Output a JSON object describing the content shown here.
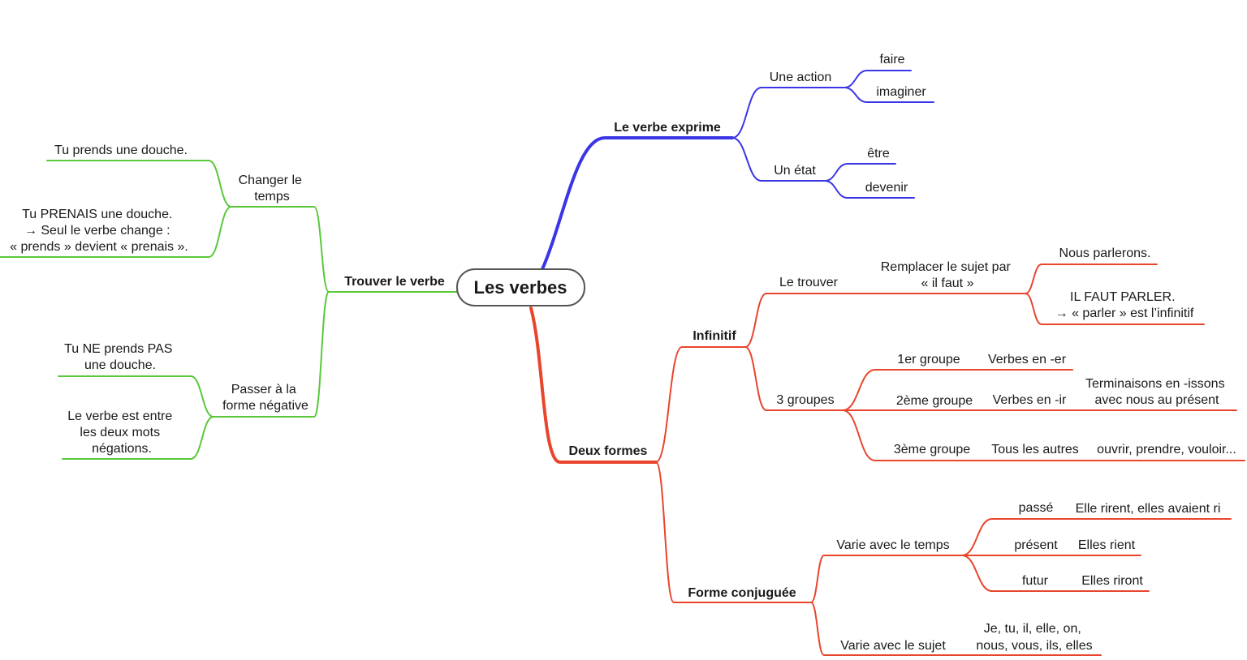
{
  "colors": {
    "blue": "#3a35e6",
    "red": "#e8452c",
    "green": "#5ac83a",
    "root_border": "#555555"
  },
  "root": {
    "label": "Les verbes"
  },
  "blue_branch": {
    "label": "Le verbe exprime",
    "action": {
      "label": "Une action",
      "items": [
        "faire",
        "imaginer"
      ]
    },
    "etat": {
      "label": "Un état",
      "items": [
        "être",
        "devenir"
      ]
    }
  },
  "green_branch": {
    "label": "Trouver le verbe",
    "temps": {
      "label": [
        "Changer le",
        "temps"
      ],
      "example1": [
        "Tu prends une douche."
      ],
      "example2": [
        "Tu PRENAIS une douche.",
        "→ Seul le verbe change :",
        "« prends » devient « prenais »."
      ]
    },
    "negative": {
      "label": [
        "Passer à la",
        "forme négative"
      ],
      "example1": [
        "Tu NE prends PAS",
        "une douche."
      ],
      "example2": [
        "Le verbe est entre",
        "les deux mots",
        "négations."
      ]
    }
  },
  "red_branch": {
    "label": "Deux formes",
    "infinitif": {
      "label": "Infinitif",
      "trouver": {
        "label": "Le trouver",
        "method": [
          "Remplacer le sujet par",
          "« il faut »"
        ],
        "example1": [
          "Nous parlerons."
        ],
        "example2": [
          "IL FAUT PARLER.",
          "→ « parler » est l’infinitif"
        ]
      },
      "groupes": {
        "label": "3 groupes",
        "g1": {
          "label": "1er groupe",
          "desc": "Verbes en -er"
        },
        "g2": {
          "label": "2ème groupe",
          "desc": "Verbes en -ir",
          "note": [
            "Terminaisons en -issons",
            "avec nous au présent"
          ]
        },
        "g3": {
          "label": "3ème groupe",
          "desc": "Tous les autres",
          "note": "ouvrir, prendre, vouloir..."
        }
      }
    },
    "conjuguee": {
      "label": "Forme conjuguée",
      "temps": {
        "label": "Varie avec le temps",
        "passe": {
          "label": "passé",
          "example": "Elle rirent, elles avaient ri"
        },
        "present": {
          "label": "présent",
          "example": "Elles rient"
        },
        "futur": {
          "label": "futur",
          "example": "Elles riront"
        }
      },
      "sujet": {
        "label": "Varie avec le sujet",
        "pronouns": [
          "Je, tu, il, elle, on,",
          "nous, vous, ils, elles"
        ]
      }
    }
  }
}
